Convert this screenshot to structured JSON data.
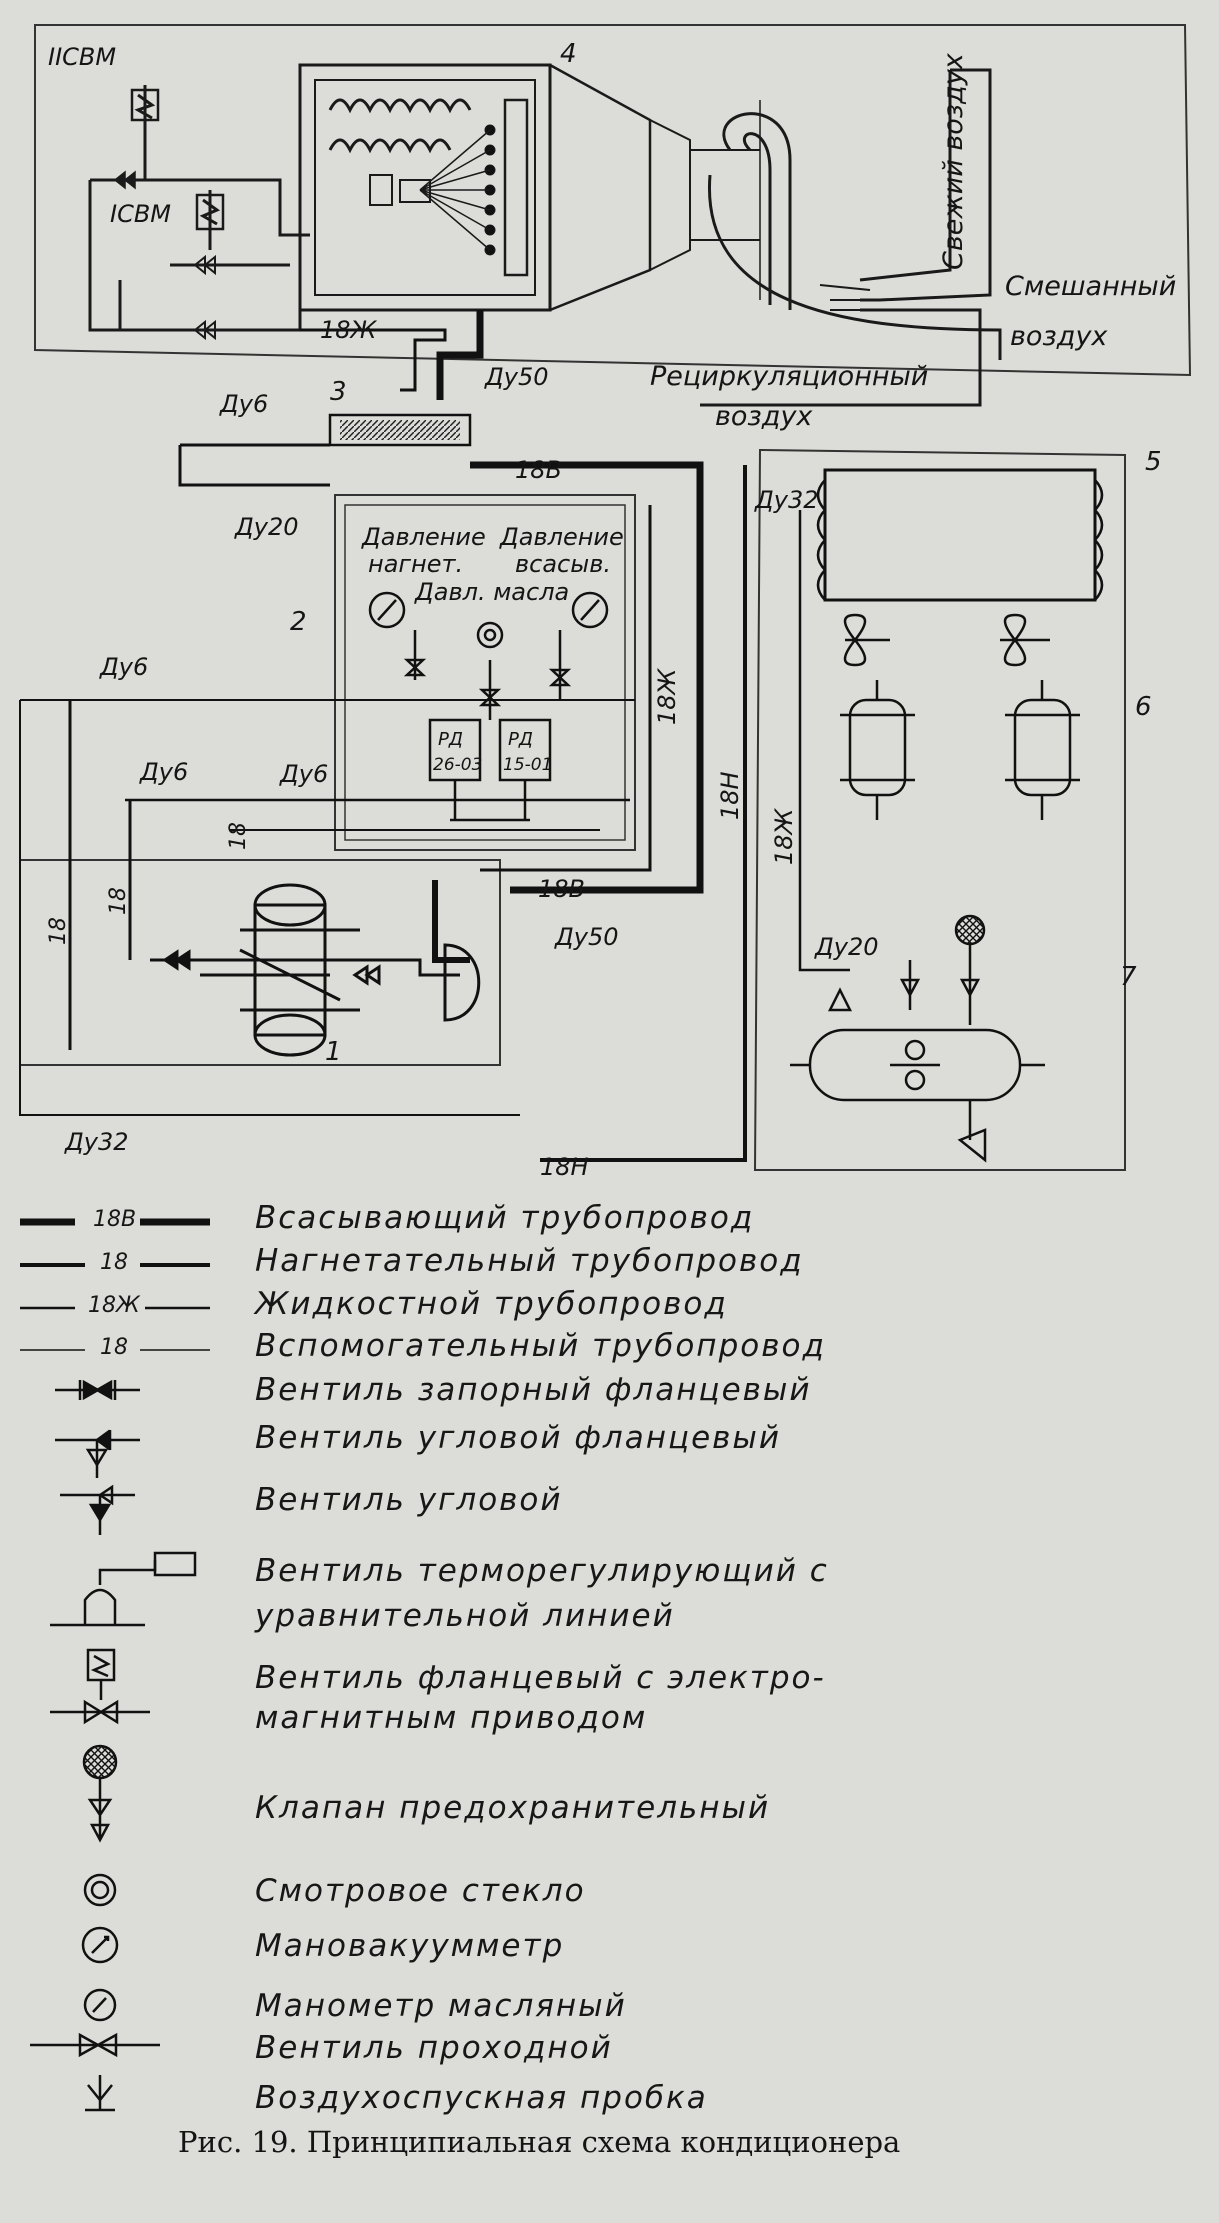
{
  "diagram": {
    "labels": {
      "isvm2": "IIСВМ",
      "isvm1": "IСВМ",
      "num4": "4",
      "num3": "3",
      "num2": "2",
      "num1": "1",
      "num5": "5",
      "num6": "6",
      "num7": "7",
      "fresh_air": "Свежий воздух",
      "mixed_air_1": "Смешанный",
      "mixed_air_2": "воздух",
      "recirc_air_1": "Рециркуляционный",
      "recirc_air_2": "воздух",
      "p18zh_top": "18Ж",
      "du50_top": "Ду50",
      "du6_top": "Ду6",
      "du20_left": "Ду20",
      "p18v_top": "18В",
      "du32_right": "Ду32",
      "pressure_discharge_1": "Давление",
      "pressure_discharge_2": "нагнет.",
      "pressure_suction_1": "Давление",
      "pressure_suction_2": "всасыв.",
      "oil_pressure": "Давл. масла",
      "rd1_1": "РД",
      "rd1_2": "26-03",
      "rd2_1": "РД",
      "rd2_2": "15-01",
      "p18zh_mid": "18Ж",
      "p18n_vert": "18Н",
      "p18zh_right": "18Ж",
      "du6_a": "Ду6",
      "du6_b": "Ду6",
      "du6_c": "Ду6",
      "p18_a": "18",
      "p18_b": "18",
      "p18_c": "18",
      "p18v_mid": "18В",
      "du50_mid": "Ду50",
      "du20_right": "Ду20",
      "du32_left": "Ду32",
      "p18n_bottom": "18Н"
    }
  },
  "legend": {
    "items": [
      {
        "code": "18В",
        "text": "Всасывающий трубопровод"
      },
      {
        "code": "18",
        "text": "Нагнетательный трубопровод"
      },
      {
        "code": "18Ж",
        "text": "Жидкостной трубопровод"
      },
      {
        "code": "18",
        "text": "Вспомогательный трубопровод"
      },
      {
        "text": "Вентиль запорный фланцевый"
      },
      {
        "text": "Вентиль угловой фланцевый"
      },
      {
        "text": "Вентиль угловой"
      },
      {
        "text": "Вентиль терморегулирующий с"
      },
      {
        "text": "уравнительной линией"
      },
      {
        "text": "Вентиль фланцевый с электро-"
      },
      {
        "text": "магнитным приводом"
      },
      {
        "text": "Клапан предохранительный"
      },
      {
        "text": "Смотровое стекло"
      },
      {
        "text": "Мановакуумметр"
      },
      {
        "text": "Манометр масляный"
      },
      {
        "text": "Вентиль проходной"
      },
      {
        "text": "Воздухоспускная пробка"
      }
    ]
  },
  "caption": "Рис. 19. Принципиальная схема кондиционера"
}
